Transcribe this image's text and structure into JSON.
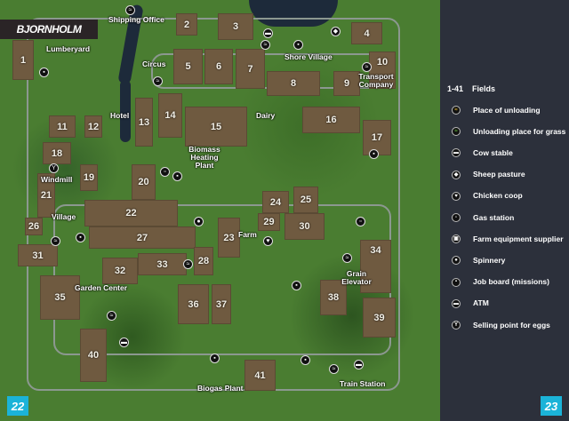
{
  "map": {
    "title": "BJORNHOLM",
    "fields": [
      "1",
      "2",
      "3",
      "4",
      "5",
      "6",
      "7",
      "8",
      "9",
      "10",
      "11",
      "12",
      "13",
      "14",
      "15",
      "16",
      "17",
      "18",
      "19",
      "20",
      "21",
      "22",
      "23",
      "24",
      "25",
      "26",
      "27",
      "28",
      "29",
      "30",
      "31",
      "32",
      "33",
      "34",
      "35",
      "36",
      "37",
      "38",
      "39",
      "40",
      "41"
    ],
    "places": [
      "Shipping Office",
      "Lumberyard",
      "Circus",
      "Shore Village",
      "Transport Company",
      "Hotel",
      "Dairy",
      "Biomass Heating Plant",
      "Windmill",
      "Village",
      "Farm",
      "Grain Elevator",
      "Garden Center",
      "Biogas Plant",
      "Train Station"
    ]
  },
  "legend": {
    "fields_range": "1-41",
    "fields_label": "Fields",
    "items": [
      {
        "icon": "unloading-icon",
        "label": "Place of unloading",
        "color": "#d8b030"
      },
      {
        "icon": "grass-unloading-icon",
        "label": "Unloading place for grass",
        "color": "#5fae3a"
      },
      {
        "icon": "cow-icon",
        "label": "Cow stable"
      },
      {
        "icon": "sheep-icon",
        "label": "Sheep pasture"
      },
      {
        "icon": "chicken-icon",
        "label": "Chicken coop"
      },
      {
        "icon": "gas-pump-icon",
        "label": "Gas station"
      },
      {
        "icon": "tractor-icon",
        "label": "Farm equipment supplier"
      },
      {
        "icon": "spinnery-icon",
        "label": "Spinnery"
      },
      {
        "icon": "job-board-icon",
        "label": "Job board (missions)"
      },
      {
        "icon": "atm-icon",
        "label": "ATM"
      },
      {
        "icon": "egg-icon",
        "label": "Selling point for eggs"
      }
    ]
  },
  "pages": {
    "left": "22",
    "right": "23"
  }
}
